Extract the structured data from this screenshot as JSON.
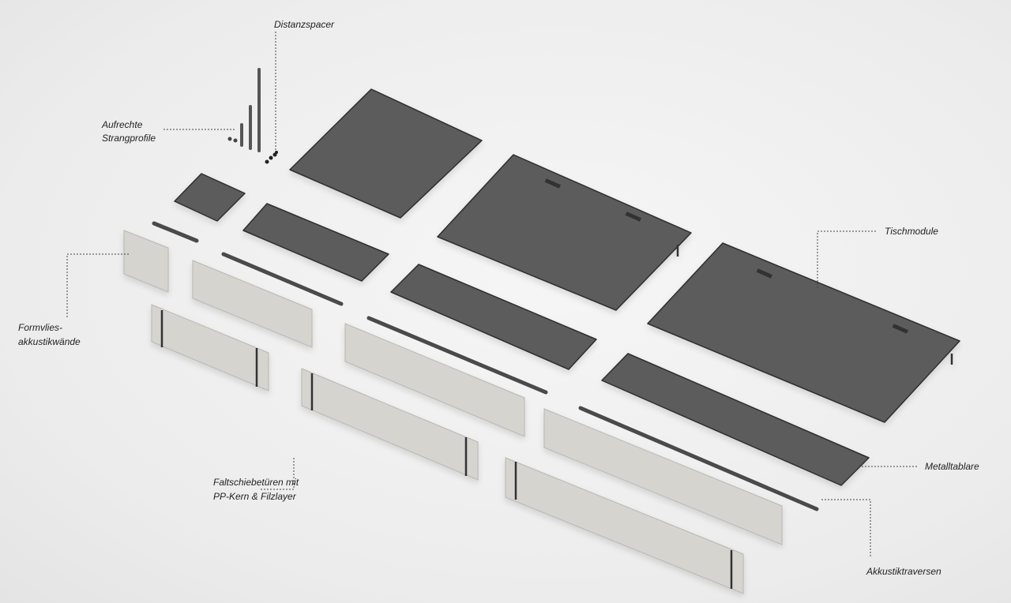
{
  "labels": {
    "distanzspacer": "Distanzspacer",
    "strangprofile_1": "Aufrechte",
    "strangprofile_2": "Strangprofile",
    "formvlies_1": "Formvlies-",
    "formvlies_2": "akkustikwände",
    "tischmodule": "Tischmodule",
    "metalltablare": "Metalltablare",
    "faltschiebe_1": "Faltschiebetüren mit",
    "faltschiebe_2": "PP-Kern & Filzlayer",
    "akkustiktraversen": "Akkustiktraversen"
  },
  "colors": {
    "metal": "#5c5c5c",
    "felt": "#d6d4cf",
    "background": "#efefef"
  }
}
